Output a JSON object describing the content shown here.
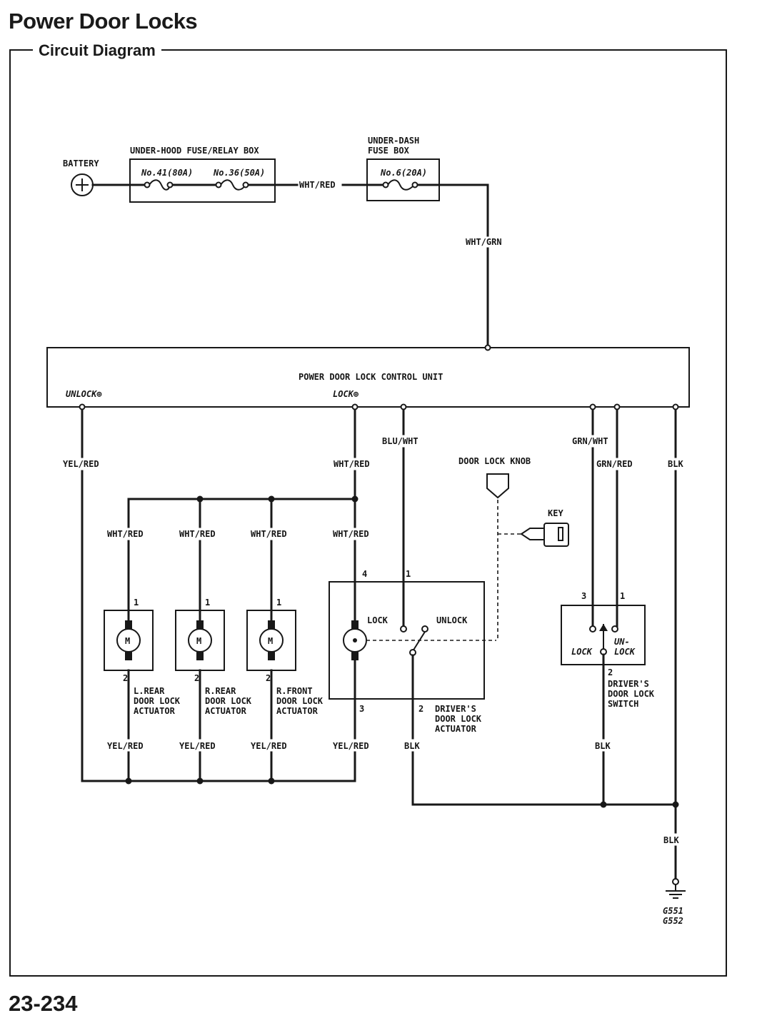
{
  "header": {
    "title": "Power Door Locks",
    "section": "Circuit Diagram"
  },
  "footer": {
    "page_number": "23-234"
  },
  "diagram": {
    "battery": {
      "label": "BATTERY"
    },
    "underhood_box": {
      "label": "UNDER-HOOD FUSE/RELAY BOX",
      "fuse_1": "No.41(80A)",
      "fuse_2": "No.36(50A)"
    },
    "underdash_box": {
      "label_line1": "UNDER-DASH",
      "label_line2": "FUSE BOX",
      "fuse": "No.6(20A)"
    },
    "wires": {
      "wht_red": "WHT/RED",
      "wht_grn": "WHT/GRN",
      "yel_red": "YEL/RED",
      "blu_wht": "BLU/WHT",
      "grn_wht": "GRN/WHT",
      "grn_red": "GRN/RED",
      "blk": "BLK"
    },
    "control_unit": {
      "label": "POWER DOOR LOCK CONTROL UNIT",
      "unlock_terminal": "UNLOCK⊕",
      "lock_terminal": "LOCK⊕"
    },
    "door_lock_knob": "DOOR LOCK KNOB",
    "key": "KEY",
    "motor_symbol": "M",
    "actuators": [
      {
        "line1": "L.REAR",
        "line2": "DOOR LOCK",
        "line3": "ACTUATOR",
        "pin_top": "1",
        "pin_bottom": "2"
      },
      {
        "line1": "R.REAR",
        "line2": "DOOR LOCK",
        "line3": "ACTUATOR",
        "pin_top": "1",
        "pin_bottom": "2"
      },
      {
        "line1": "R.FRONT",
        "line2": "DOOR LOCK",
        "line3": "ACTUATOR",
        "pin_top": "1",
        "pin_bottom": "2"
      }
    ],
    "driver_actuator": {
      "line1": "DRIVER'S",
      "line2": "DOOR LOCK",
      "line3": "ACTUATOR",
      "lock": "LOCK",
      "unlock": "UNLOCK",
      "pin_4": "4",
      "pin_1": "1",
      "pin_3": "3",
      "pin_2": "2"
    },
    "driver_switch": {
      "line1": "DRIVER'S",
      "line2": "DOOR LOCK",
      "line3": "SWITCH",
      "lock": "LOCK",
      "unlock_line1": "UN-",
      "unlock_line2": "LOCK",
      "pin_3": "3",
      "pin_1": "1",
      "pin_2": "2"
    },
    "ground": {
      "line1": "G551",
      "line2": "G552"
    }
  }
}
